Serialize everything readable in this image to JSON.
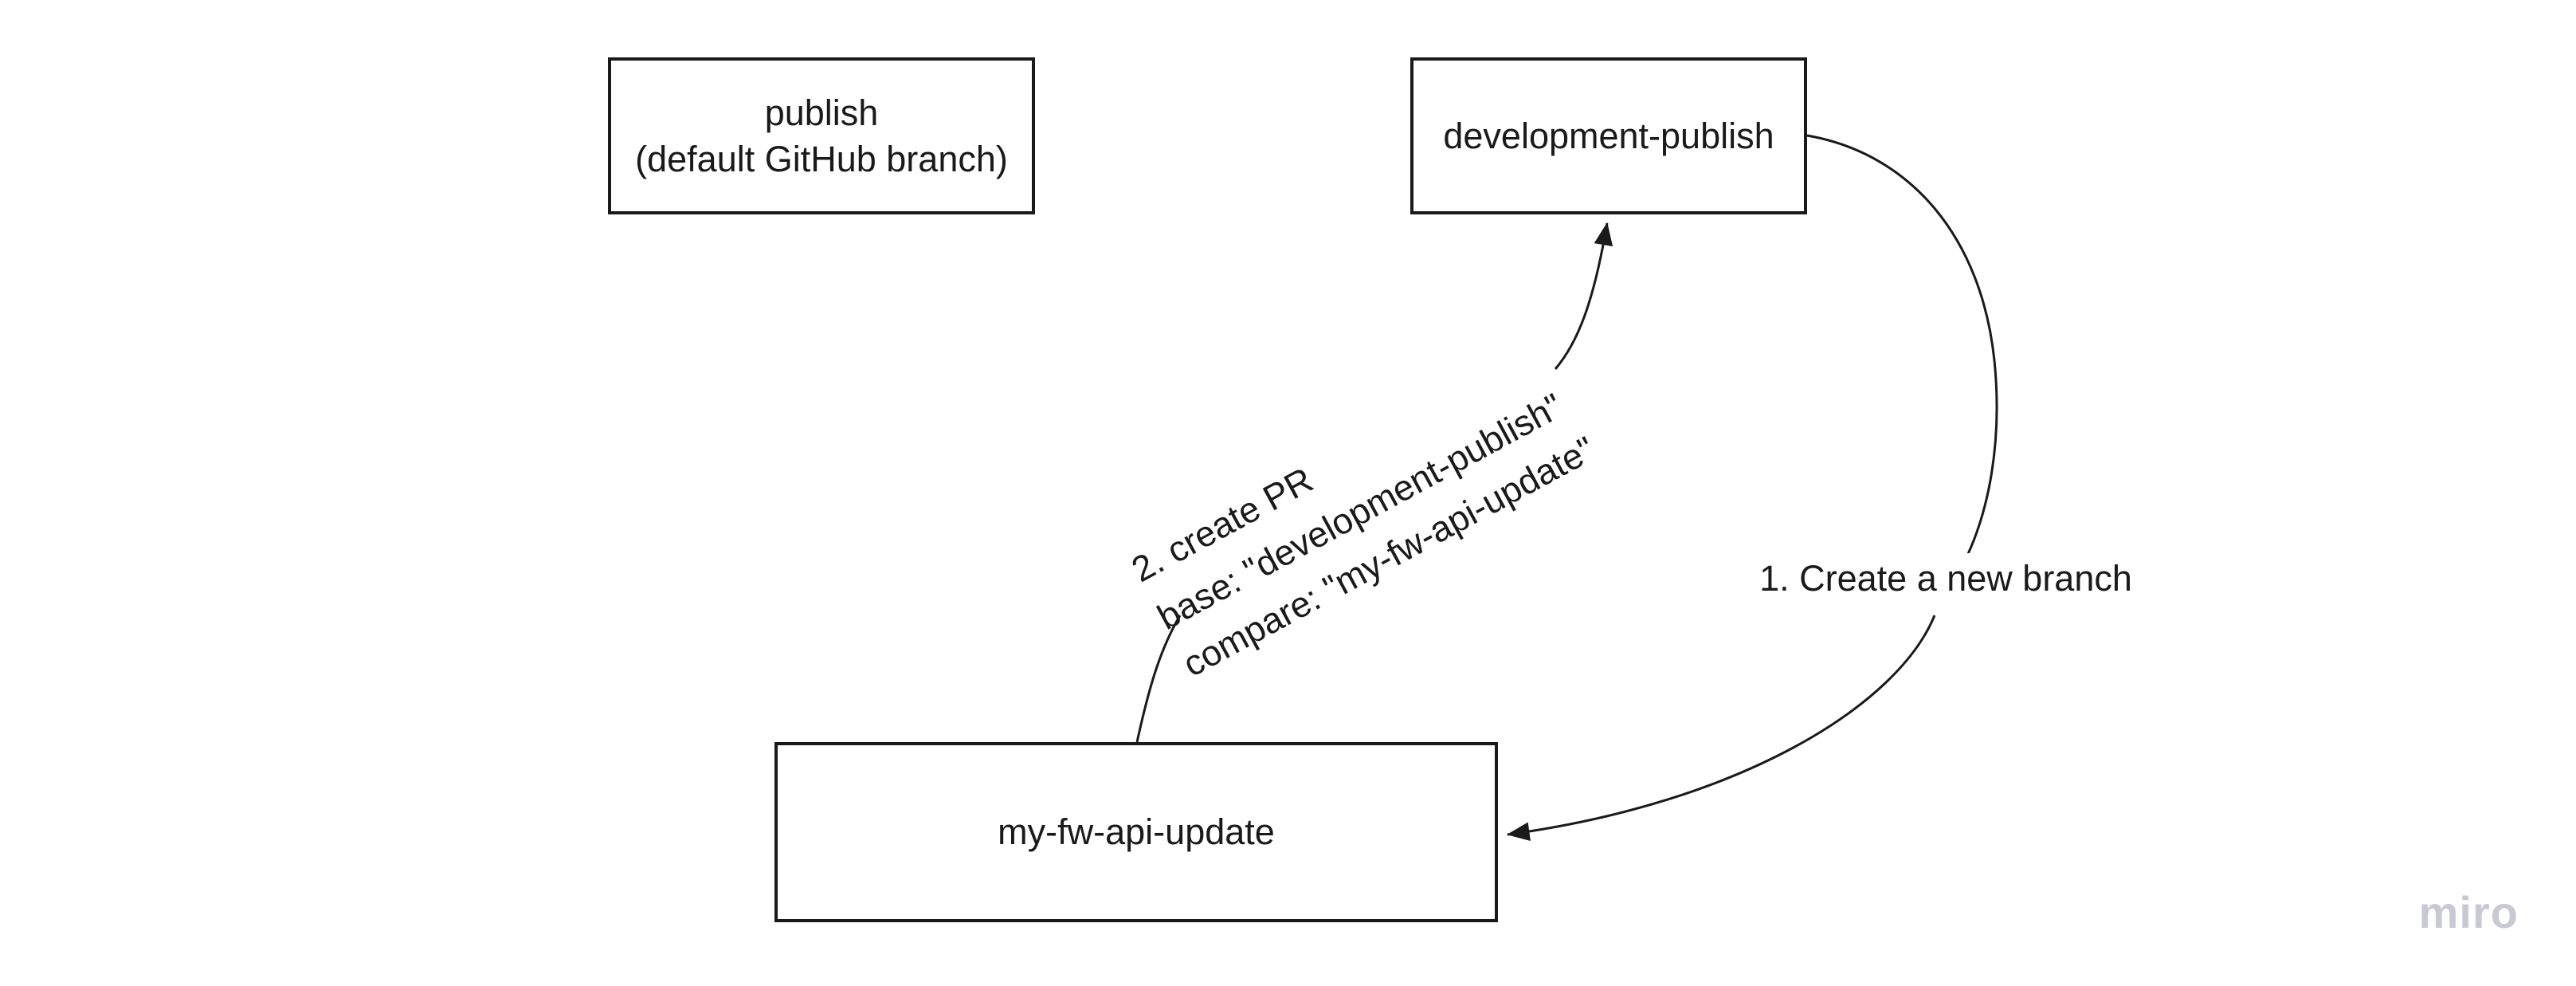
{
  "page": {
    "background": "#ffffff",
    "ink": "#1a1a1a"
  },
  "nodes": [
    {
      "id": "publish",
      "lines": [
        "publish",
        "(default GitHub branch)"
      ],
      "label_joined": "publish\n(default GitHub branch)"
    },
    {
      "id": "development-publish",
      "label": "development-publish"
    },
    {
      "id": "my-fw-api-update",
      "label": "my-fw-api-update"
    }
  ],
  "connectors": [
    {
      "id": "create-branch",
      "from": "development-publish",
      "to": "my-fw-api-update",
      "label": "1. Create a new branch",
      "arrowhead": "filled-triangle"
    },
    {
      "id": "create-pr",
      "from": "my-fw-api-update",
      "to": "development-publish",
      "lines": [
        "2. create PR",
        "base: \"development-publish\"",
        "compare: \"my-fw-api-update\""
      ],
      "arrowhead": "filled-triangle"
    }
  ],
  "watermark": {
    "label": "miro",
    "color": "#c9c9d4"
  }
}
